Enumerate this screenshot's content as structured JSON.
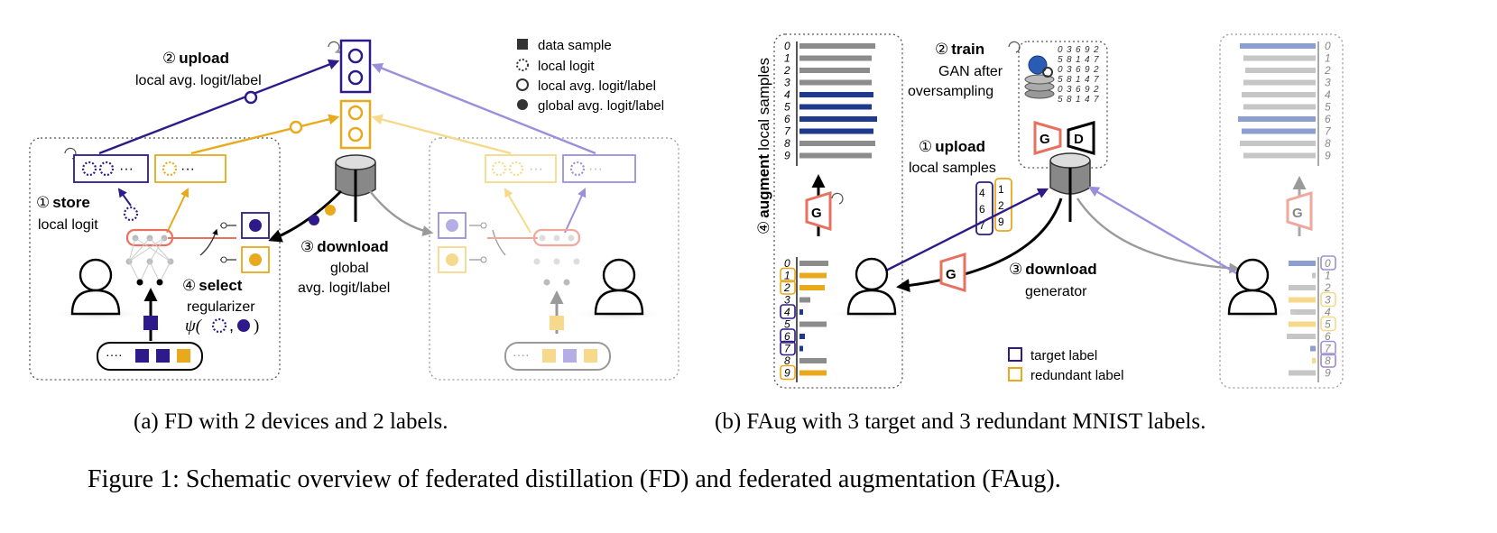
{
  "colors": {
    "purple": "#2e1a8a",
    "light_purple": "#9b8fdd",
    "orange": "#e8a91c",
    "light_orange": "#f6d98a",
    "salmon": "#e8705e",
    "navy_bar": "#1f3a8c",
    "gray_bar": "#8c8c8c",
    "light_gray": "#c6c6c6",
    "light_navy_bar": "#8d9fd1"
  },
  "panel_a": {
    "upload_num": "②",
    "upload_bold": "upload",
    "upload_text": "local avg. logit/label",
    "store_num": "①",
    "store_bold": "store",
    "store_text": "local logit",
    "download_num": "③",
    "download_bold": "download",
    "download_line1": "global",
    "download_line2": "avg. logit/label",
    "select_num": "④",
    "select_bold": "select",
    "select_line1": "regularizer",
    "select_formula": "ψ(",
    "select_formula_comma": ",",
    "select_formula_close": ")",
    "legend": [
      {
        "icon": "filled-square-icon",
        "label": "data sample"
      },
      {
        "icon": "dotted-circle-icon",
        "label": "local logit"
      },
      {
        "icon": "open-circle-icon",
        "label": "local avg. logit/label"
      },
      {
        "icon": "filled-circle-icon",
        "label": "global avg. logit/label"
      }
    ],
    "caption": "(a)  FD with 2 devices and 2 labels."
  },
  "panel_b": {
    "augment_num": "④",
    "augment_bold": "augment",
    "augment_text": "local samples",
    "train_num": "②",
    "train_bold": "train",
    "train_line1": "GAN after",
    "train_line2": "oversampling",
    "upload_num": "①",
    "upload_bold": "upload",
    "upload_text": "local samples",
    "download_num": "③",
    "download_bold": "download",
    "download_text": "generator",
    "gan_g": "G",
    "gan_d": "D",
    "digits": [
      "0",
      "1",
      "2",
      "3",
      "4",
      "5",
      "6",
      "7",
      "8",
      "9"
    ],
    "legend": [
      {
        "icon": "purple-box-icon",
        "label": "target label"
      },
      {
        "icon": "orange-box-icon",
        "label": "redundant label"
      }
    ],
    "caption": "(b)  FAug with 3 target and 3 redundant MNIST labels."
  },
  "figure_caption": "Figure 1:  Schematic overview of federated distillation (FD) and federated augmentation (FAug)."
}
